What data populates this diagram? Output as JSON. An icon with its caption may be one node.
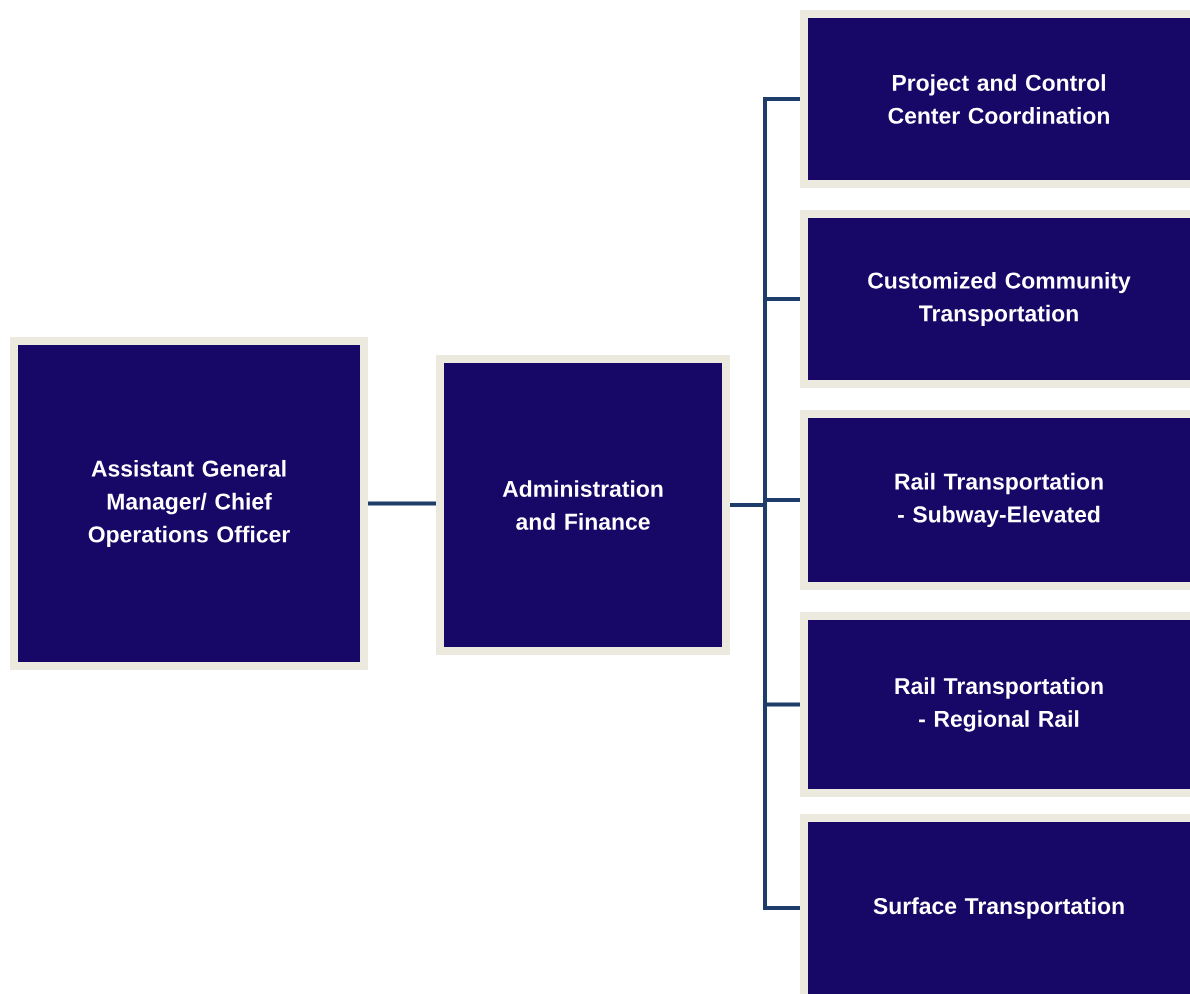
{
  "diagram": {
    "nodes": [
      {
        "text": [
          "Assistant General Manager/ Chief Operations Officer"
        ]
      },
      {
        "text": [
          "Administration and Finance"
        ]
      },
      {
        "text": [
          "Project and Control Center Coordination"
        ]
      },
      {
        "text": [
          "Customized Community Transportation"
        ]
      },
      {
        "text": [
          "Rail Transportation - Subway-Elevated"
        ]
      },
      {
        "text": [
          "Rail Transportation - Regional Rail"
        ]
      },
      {
        "text": [
          "Surface Transportation"
        ]
      }
    ],
    "edges": [
      {
        "from": 0,
        "to": 1,
        "arrow": "none"
      },
      {
        "from": 1,
        "to": 2,
        "arrow": "none"
      },
      {
        "from": 1,
        "to": 3,
        "arrow": "none"
      },
      {
        "from": 1,
        "to": 4,
        "arrow": "none"
      },
      {
        "from": 1,
        "to": 5,
        "arrow": "none"
      },
      {
        "from": 1,
        "to": 6,
        "arrow": "none"
      }
    ]
  }
}
